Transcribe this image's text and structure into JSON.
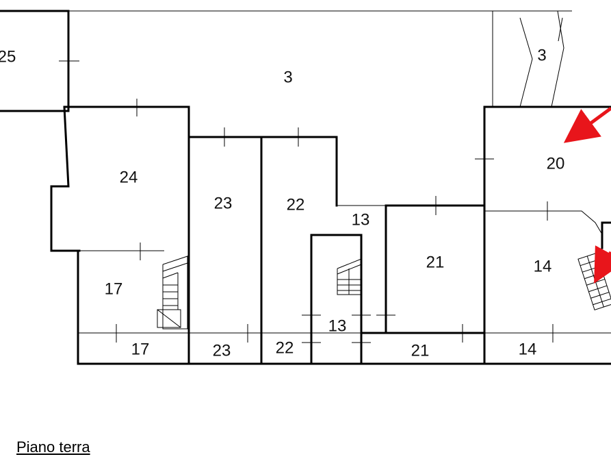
{
  "caption": "Piano terra",
  "rooms": {
    "r25_top": "25",
    "r3_main": "3",
    "r3_right": "3",
    "r24": "24",
    "r23": "23",
    "r22": "22",
    "r13_top": "13",
    "r21": "21",
    "r20": "20",
    "r14": "14",
    "r17_upper": "17",
    "r13_lower": "13",
    "r17_bottom": "17",
    "r23_bottom": "23",
    "r22_bottom": "22",
    "r21_bottom": "21",
    "r14_bottom": "14"
  },
  "colors": {
    "walls": "#000000",
    "arrows": "#e8151b",
    "background": "#ffffff"
  },
  "markers": [
    "red-arrow-1",
    "red-arrow-2"
  ]
}
